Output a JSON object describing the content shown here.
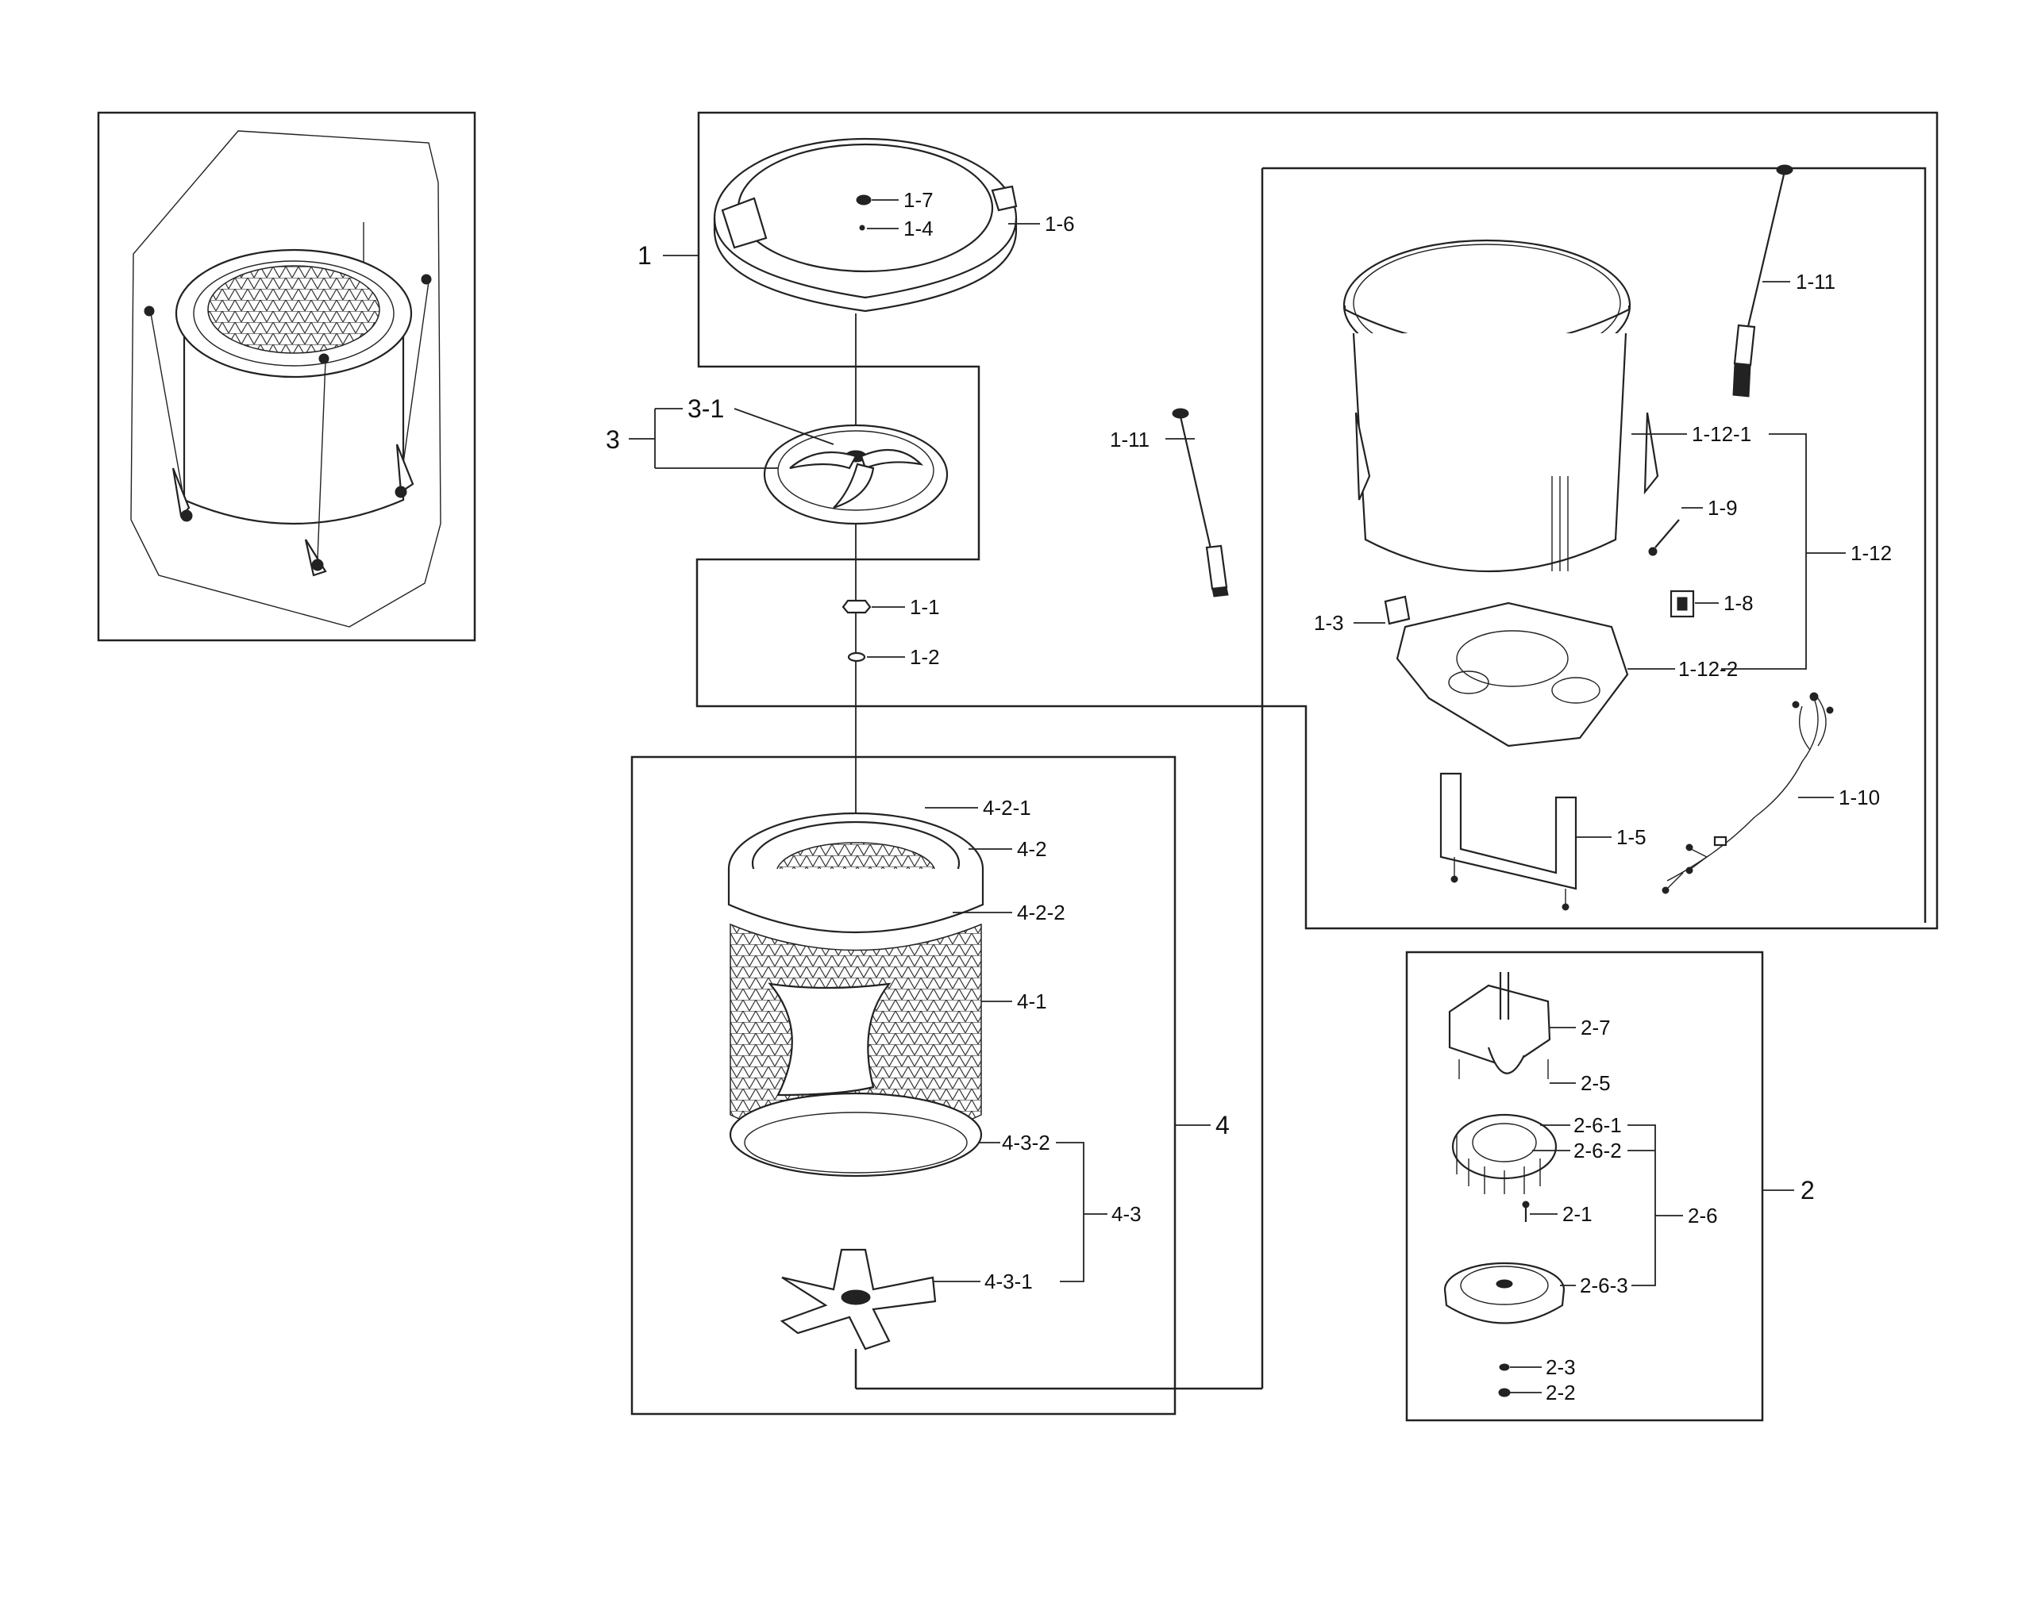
{
  "labels": {
    "c1": "1",
    "c1_7": "1-7",
    "c1_4": "1-4",
    "c1_6": "1-6",
    "c3": "3",
    "c3_1": "3-1",
    "c1_1": "1-1",
    "c1_2": "1-2",
    "c1_11a": "1-11",
    "c1_11b": "1-11",
    "c1_12_1": "1-12-1",
    "c1_9": "1-9",
    "c1_12": "1-12",
    "c1_8": "1-8",
    "c1_3": "1-3",
    "c1_12_2": "1-12-2",
    "c1_10": "1-10",
    "c1_5": "1-5",
    "c4_2_1": "4-2-1",
    "c4_2": "4-2",
    "c4_2_2": "4-2-2",
    "c4_1": "4-1",
    "c4": "4",
    "c4_3_2": "4-3-2",
    "c4_3": "4-3",
    "c4_3_1": "4-3-1",
    "c2_7": "2-7",
    "c2_5": "2-5",
    "c2_6_1": "2-6-1",
    "c2_6_2": "2-6-2",
    "c2_1": "2-1",
    "c2_6": "2-6",
    "c2": "2",
    "c2_6_3": "2-6-3",
    "c2_3": "2-3",
    "c2_2": "2-2"
  }
}
